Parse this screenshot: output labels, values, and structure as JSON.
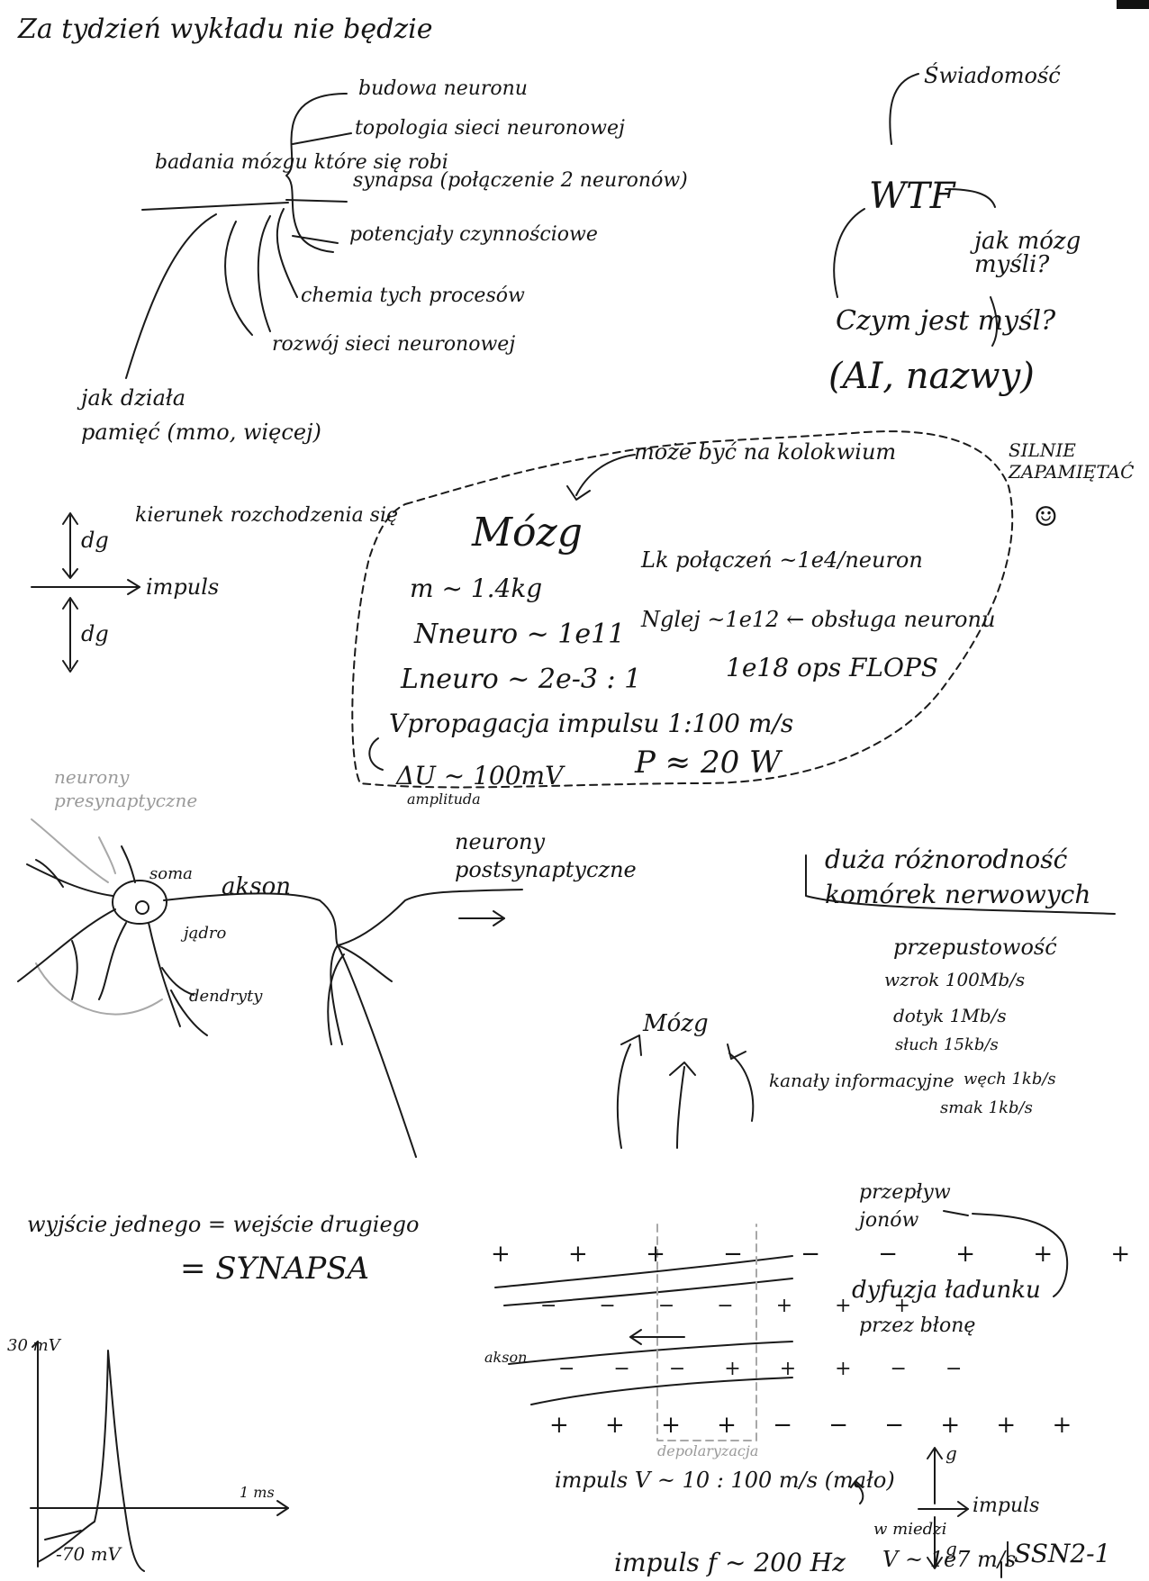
{
  "header": {
    "text": "Za tydzień wykładu nie będzie"
  },
  "mindmap": {
    "center": "badania mózgu które się robi",
    "branches": [
      "budowa neuronu",
      "topologia sieci neuronowej",
      "synapsa (połączenie 2 neuronów)",
      "potencjały czynnościowe",
      "chemia tych procesów",
      "rozwój sieci neuronowej"
    ],
    "memory": [
      "jak działa",
      "pamięć (mmo, więcej)"
    ]
  },
  "consciousness": {
    "top": "Świadomość",
    "wtf": "WTF",
    "q1": "jak mózg myśli?",
    "q2": "Czym jest myśl?",
    "ai": "(AI, nazwy)"
  },
  "brain_box": {
    "note": "może być na kolokwium",
    "side_note": "SILNIE ZAPAMIĘTAĆ",
    "title": "Mózg",
    "mass": "m ~ 1.4kg",
    "n_neuro": "Nneuro ~ 1e11",
    "l_neuro": "Lneuro ~ 2e-3 : 1",
    "v_prop": "Vpropagacja impulsu  1:100 m/s",
    "du": "ΔU ~ 100mV",
    "amplituda": "amplituda",
    "lk": "Lk połączeń ~1e4/neuron",
    "n_glej": "Nglej ~1e12 ← obsługa neuronu",
    "flops": "1e18 ops FLOPS",
    "power": "P ≈ 20 W"
  },
  "direction": {
    "label": "kierunek rozchodzenia się",
    "dg_top": "dg",
    "dg_bottom": "dg",
    "impuls": "impuls"
  },
  "neuron": {
    "presyn": "neurony presynaptyczne",
    "soma": "soma",
    "akson": "akson",
    "jadro": "jądro",
    "dendryty": "dendryty",
    "postsyn": "neurony postsynaptyczne"
  },
  "diversity": {
    "title": "duża różnorodność komórek nerwowych",
    "throughput": "przepustowość",
    "rows": [
      "wzrok 100Mb/s",
      "dotyk 1Mb/s",
      "słuch 15kb/s",
      "węch 1kb/s",
      "smak 1kb/s"
    ],
    "mozg": "Mózg",
    "channels": "kanały informacyjne"
  },
  "synapse": {
    "line1": "wyjście jednego = wejście drugiego",
    "line2": "= SYNAPSA"
  },
  "potential_plot": {
    "top_label": "30 mV",
    "bottom_label": "-70 mV",
    "time_label": "1 ms"
  },
  "axon_diagram": {
    "axon_label": "akson",
    "region_label": "depolaryzacja"
  },
  "diffusion": {
    "top": "przepływ jonów",
    "main": "dyfuzja ładunku",
    "through": "przez błonę",
    "dg_top": "g",
    "dg_bottom": "g",
    "impuls": "impuls"
  },
  "impulse": {
    "velocity": "impuls V ~ 10 : 100 m/s (mało)",
    "freq": "impuls f ~ 200 Hz",
    "wire_label": "w miedzi",
    "wire_velocity": "V ~ 1e7 m/s",
    "code": "SSN2-1"
  }
}
